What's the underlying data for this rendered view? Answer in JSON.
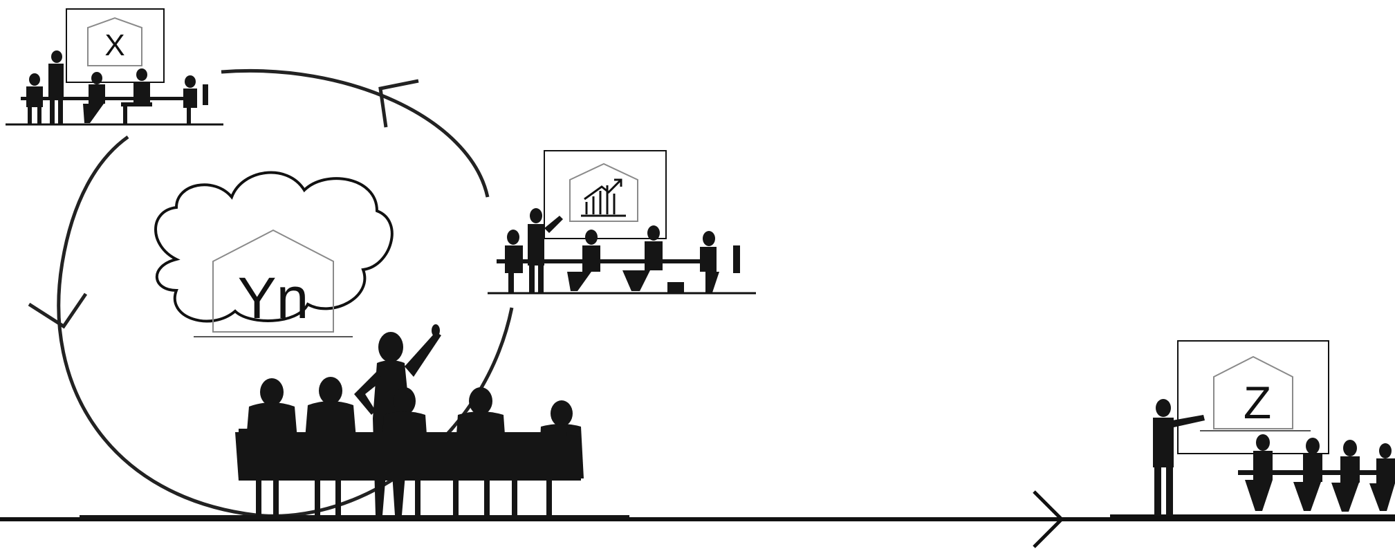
{
  "diagram": {
    "labels": {
      "x": "X",
      "yn": "Yn",
      "z": "Z"
    },
    "icons": {
      "chart": "bar-chart-rising-arrow-icon",
      "house": "house-outline-icon"
    },
    "colors": {
      "ink": "#111111",
      "silhouette": "#151515",
      "house_outline": "#8a8a8a",
      "background": "#ffffff"
    }
  }
}
